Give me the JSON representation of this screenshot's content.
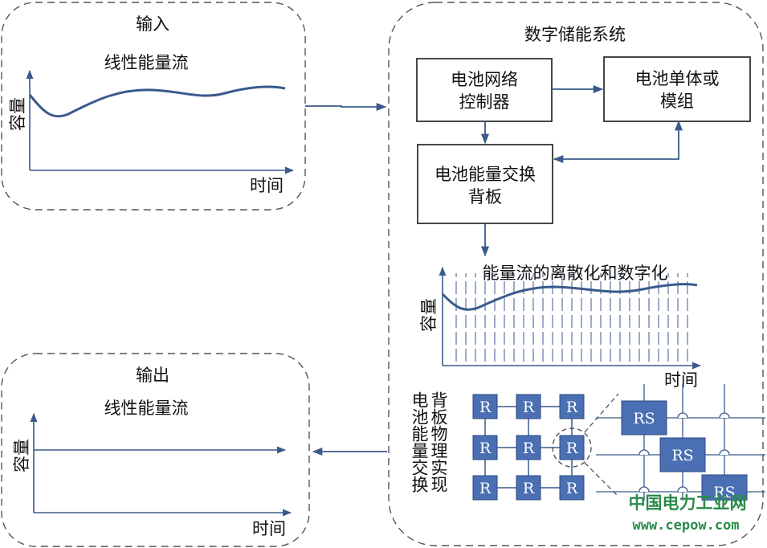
{
  "colors": {
    "line": "#3a5a8c",
    "box_fill": "#ffffff",
    "node_fill": "#4a6fb3",
    "dash": "#555555",
    "watermark": "#2a8a4a"
  },
  "input": {
    "title": "输入",
    "subtitle": "线性能量流",
    "ylabel": "容量",
    "xlabel": "时间"
  },
  "output": {
    "title": "输出",
    "subtitle": "线性能量流",
    "ylabel": "容量",
    "xlabel": "时间"
  },
  "system": {
    "title": "数字储能系统",
    "controller": [
      "电池网络",
      "控制器"
    ],
    "cells": [
      "电池单体或",
      "模组"
    ],
    "backplane": [
      "电池能量交换",
      "背板"
    ],
    "discrete": {
      "title": "能量流的离散化和数字化",
      "ylabel": "容量",
      "xlabel": "时间"
    },
    "physical": {
      "label_col1": "电池能量交换",
      "label_col2": "背板物理实现",
      "node_label": "R",
      "zoom_label": "RS"
    }
  },
  "watermark": {
    "cn": "中国电力工业网",
    "en": "www.cepow.com"
  }
}
